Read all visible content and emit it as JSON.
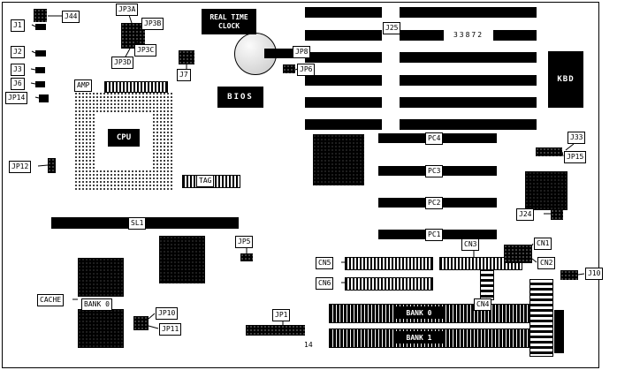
{
  "diagram": {
    "type": "motherboard layout",
    "left": {
      "j44": "J44",
      "j1": "J1",
      "j2": "J2",
      "j3": "J3",
      "j6": "J6",
      "jp14": "JP14",
      "jp12": "JP12"
    },
    "top": {
      "jp3a": "JP3A",
      "jp3b": "JP3B",
      "jp3c": "JP3C",
      "jp3d": "JP3D",
      "rtc_line1": "REAL TIME",
      "rtc_line2": "CLOCK",
      "j7": "J7",
      "jp8": "JP8",
      "jp6": "JP6",
      "j25": "J25",
      "board_code": "33872",
      "bios": "BIOS",
      "kbd": "KBD"
    },
    "cpu_area": {
      "amp": "AMP",
      "cpu": "CPU",
      "tag": "TAG",
      "sl1": "SL1",
      "jp5": "JP5"
    },
    "pci": {
      "pc1": "PC1",
      "pc2": "PC2",
      "pc3": "PC3",
      "pc4": "PC4"
    },
    "right": {
      "j33": "J33",
      "jp15": "JP15",
      "j24": "J24",
      "j10": "J10"
    },
    "memory": {
      "cache": "CACHE",
      "bank0_chips": "BANK 0",
      "bank0_simm": "BANK 0",
      "bank1_simm": "BANK 1"
    },
    "bottom": {
      "jp10": "JP10",
      "jp11": "JP11",
      "jp1": "JP1",
      "pin14": "14",
      "cn1": "CN1",
      "cn2": "CN2",
      "cn3": "CN3",
      "cn4": "CN4",
      "cn5": "CN5",
      "cn6": "CN6"
    }
  }
}
